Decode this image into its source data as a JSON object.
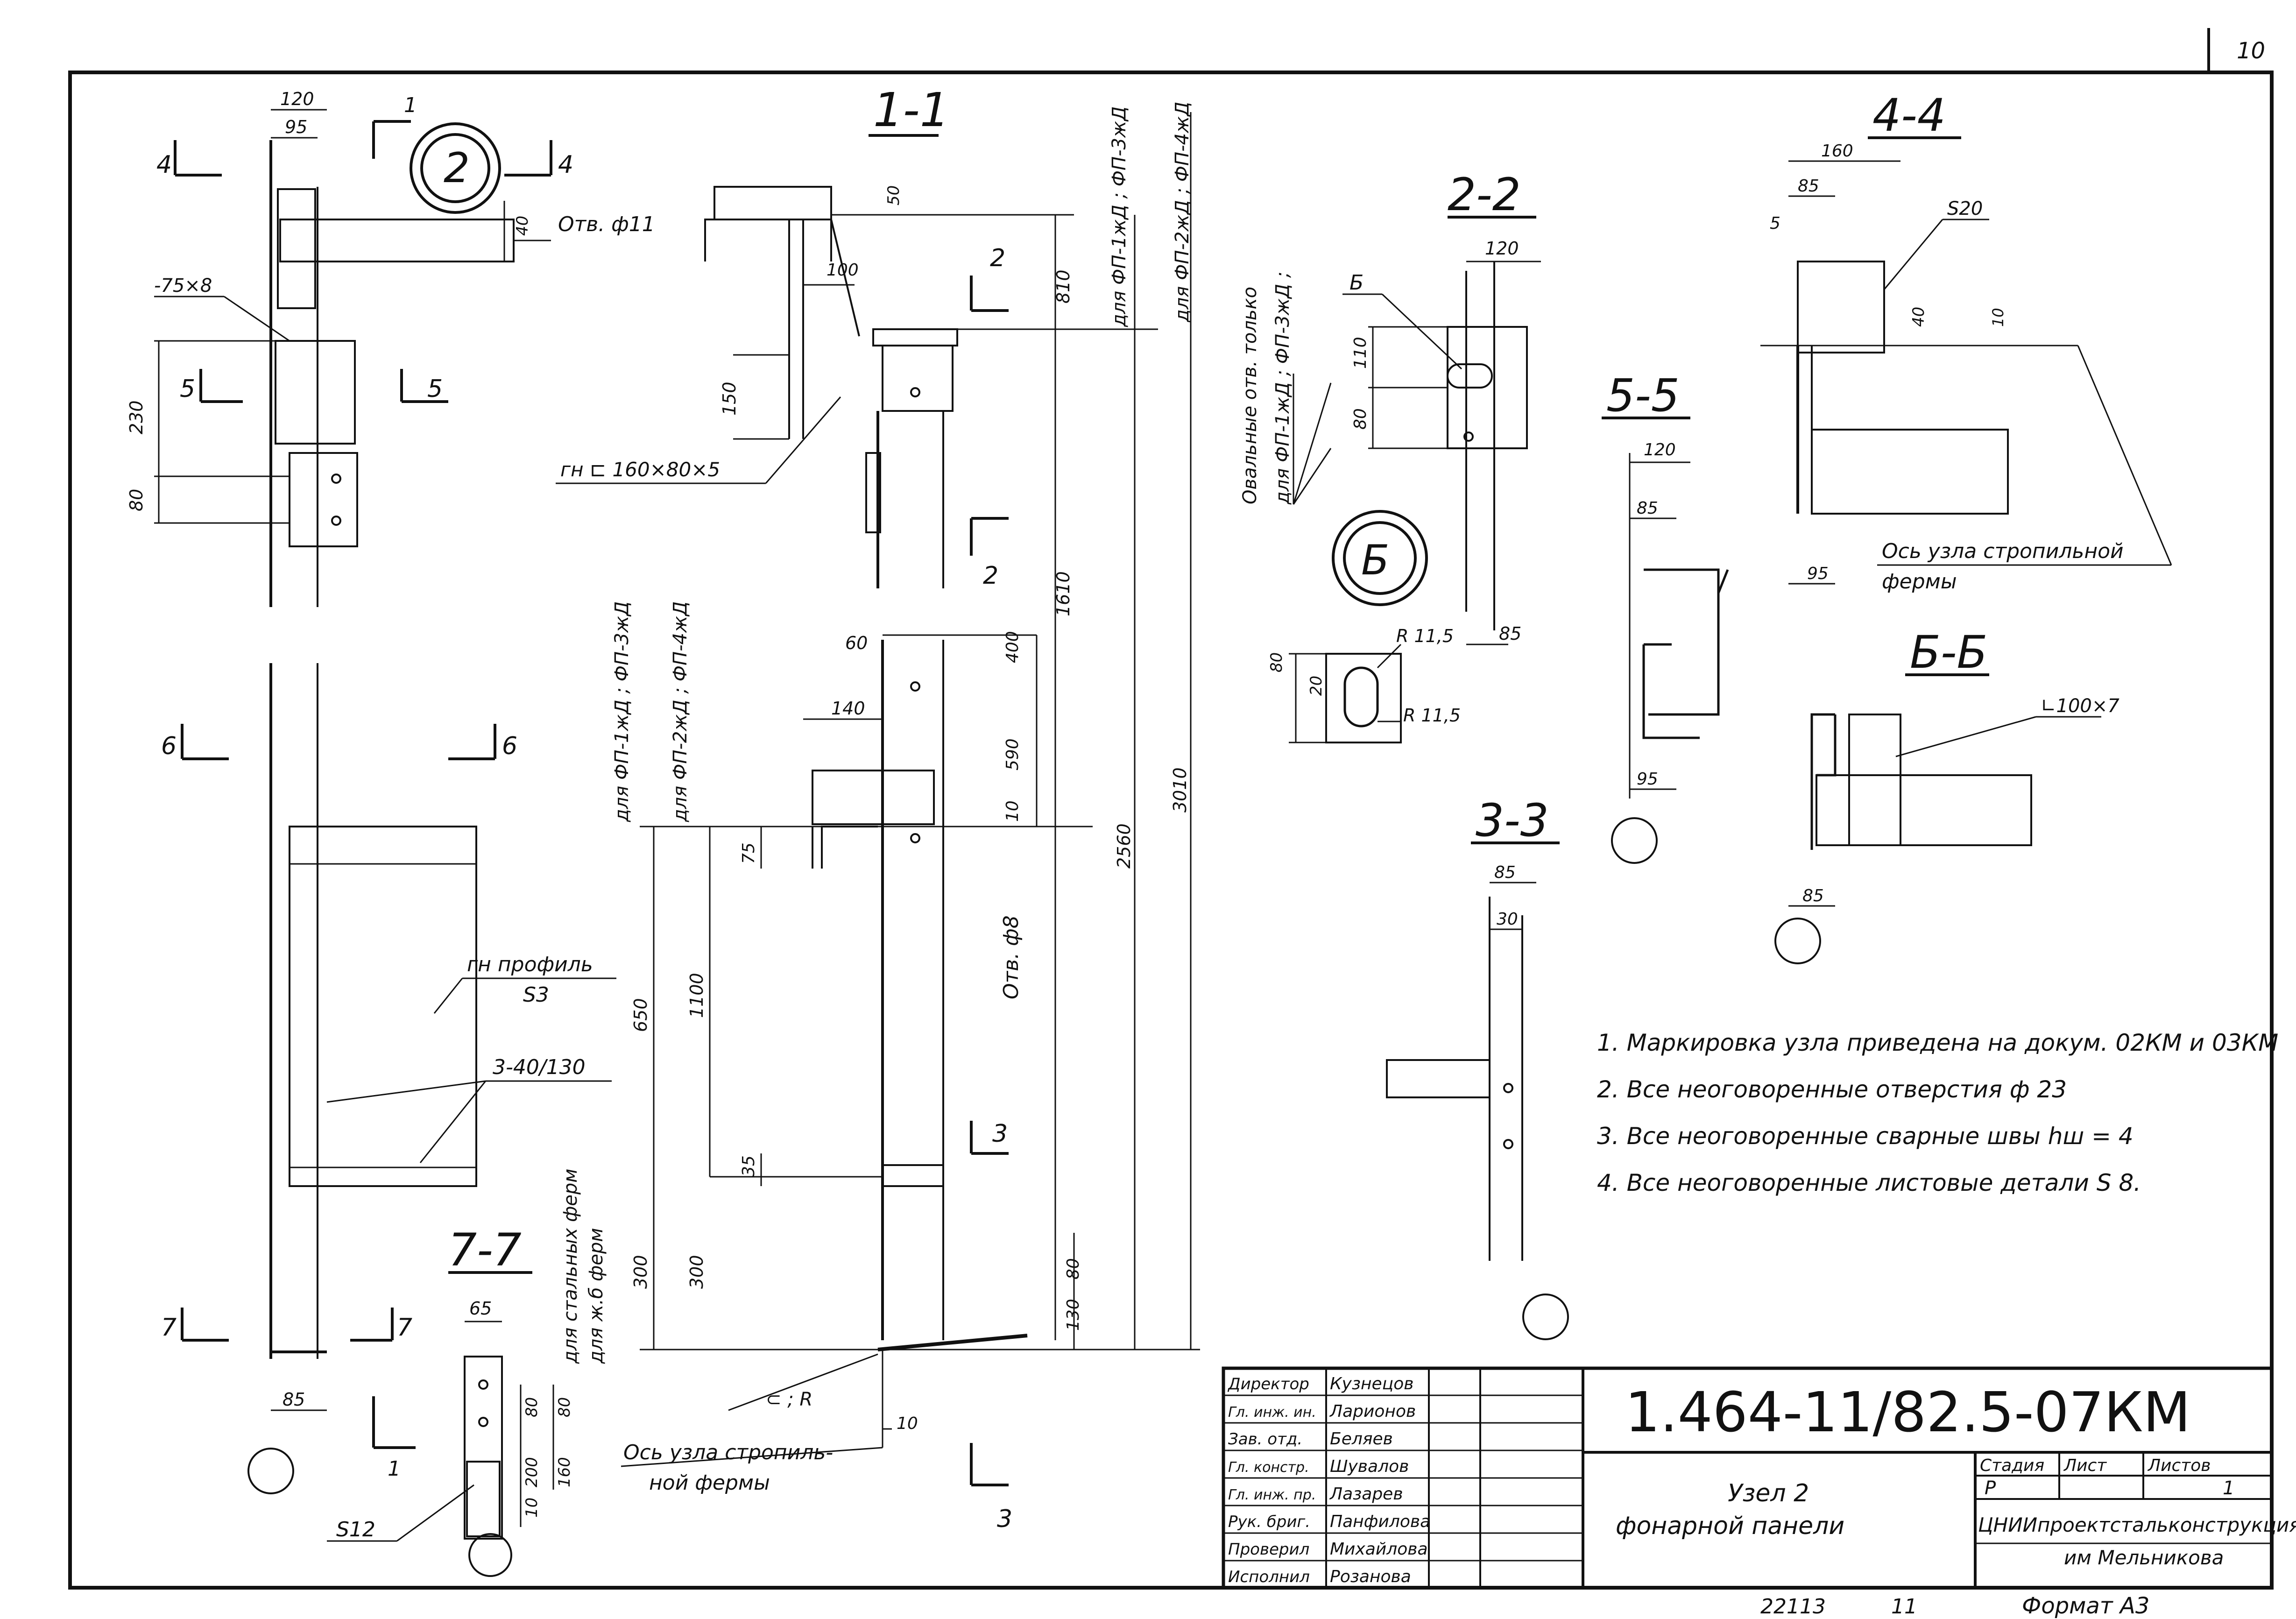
{
  "sheet_number": "10",
  "titles": {
    "s11": "1-1",
    "s22": "2-2",
    "s33": "3-3",
    "s44": "4-4",
    "s55": "5-5",
    "s66": "Б-Б",
    "s77": "7-7",
    "node": "2",
    "detailB": "Б"
  },
  "cuts": {
    "c1": "1",
    "c2": "2",
    "c3": "3",
    "c4": "4",
    "c5": "5",
    "c6": "6",
    "c7": "7"
  },
  "labels": {
    "hole11": "Отв. ф11",
    "plate": "-75×8",
    "gn160": "гн ⊏ 160×80×5",
    "gnprof": "гн профиль",
    "s3": "S3",
    "weld": "3-40/130",
    "hole8": "Отв. ф8",
    "axis_left_1": "Ось узла стропиль-",
    "axis_left_2": "ной фермы",
    "axis_right_1": "Ось узла стропильной",
    "axis_right_2": "фермы",
    "angle100": "∟100×7",
    "s20": "S20",
    "s12": "S12",
    "r_sym": "⊂ ; R",
    "oval_1": "Овальные отв. только",
    "oval_2": "для ФП-1жД ; ФП-3жД ;",
    "mid_1": "для ФП-1жД ; ФП-3жД",
    "mid_2": "для ФП-2жД ; ФП-4жД",
    "top_1": "для ФП-1жД ; ФП-3жД",
    "top_2": "для ФП-2жД ; ФП-4жД",
    "steel": "для стальных ферм",
    "concrete": "для ж.б ферм"
  },
  "dims": {
    "d120": "120",
    "d95": "95",
    "d40": "40",
    "d230": "230",
    "d80": "80",
    "d85": "85",
    "d50": "50",
    "d100": "100",
    "d810": "810",
    "d150": "150",
    "d1610": "1610",
    "d60": "60",
    "d400": "400",
    "d140": "140",
    "d590": "590",
    "d10": "10",
    "d2560": "2560",
    "d3010": "3010",
    "d75": "75",
    "d1100": "1100",
    "d650": "650",
    "d35": "35",
    "d300": "300",
    "d130": "130",
    "d110": "110",
    "d20": "20",
    "r115": "R 11,5",
    "d160": "160",
    "d5": "5",
    "d30": "30",
    "d65": "65",
    "d200": "200"
  },
  "notes": [
    "1. Маркировка узла приведена на докум. 02КМ и 03КМ",
    "2. Все неоговоренные отверстия ф 23",
    "3. Все неоговоренные сварные швы hш = 4",
    "4. Все неоговоренные листовые детали S 8."
  ],
  "title_block": {
    "rows": [
      {
        "role": "Директор",
        "name": "Кузнецов"
      },
      {
        "role": "Гл. инж. ин.",
        "name": "Ларионов"
      },
      {
        "role": "Зав. отд.",
        "name": "Беляев"
      },
      {
        "role": "Гл. констр.",
        "name": "Шувалов"
      },
      {
        "role": "Гл. инж. пр.",
        "name": "Лазарев"
      },
      {
        "role": "Рук. бриг.",
        "name": "Панфилова"
      },
      {
        "role": "Проверил",
        "name": "Михайлова"
      },
      {
        "role": "Исполнил",
        "name": "Розанова"
      }
    ],
    "code": "1.464-11/82.5-07КМ",
    "title_1": "Узел 2",
    "title_2": "фонарной панели",
    "stage_label": "Стадия",
    "sheet_label": "Лист",
    "sheets_label": "Листов",
    "stage": "Р",
    "sheets": "1",
    "org_1": "ЦНИИпроектстальконструкция",
    "org_2": "им Мельникова",
    "format": "Формат А3",
    "bottom_1": "22113",
    "bottom_2": "11"
  }
}
